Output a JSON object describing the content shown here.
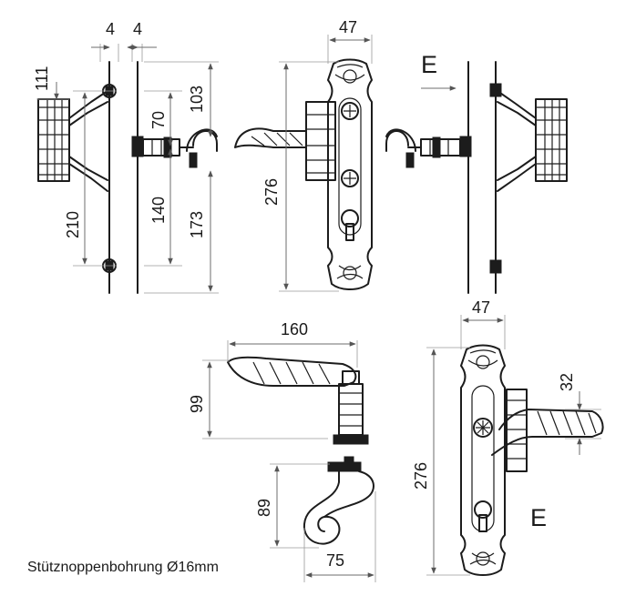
{
  "dimensions": {
    "d4_left": "4",
    "d4_right": "4",
    "d111": "111",
    "d210": "210",
    "d70": "70",
    "d103": "103",
    "d140": "140",
    "d173": "173",
    "d47_top": "47",
    "d276_top": "276",
    "d160": "160",
    "d99": "99",
    "d89": "89",
    "d75": "75",
    "d47_bottom": "47",
    "d276_bottom": "276",
    "d32": "32"
  },
  "view_labels": {
    "e_top": "E",
    "e_bottom": "E"
  },
  "note": "Stütznoppenbohrung Ø16mm"
}
